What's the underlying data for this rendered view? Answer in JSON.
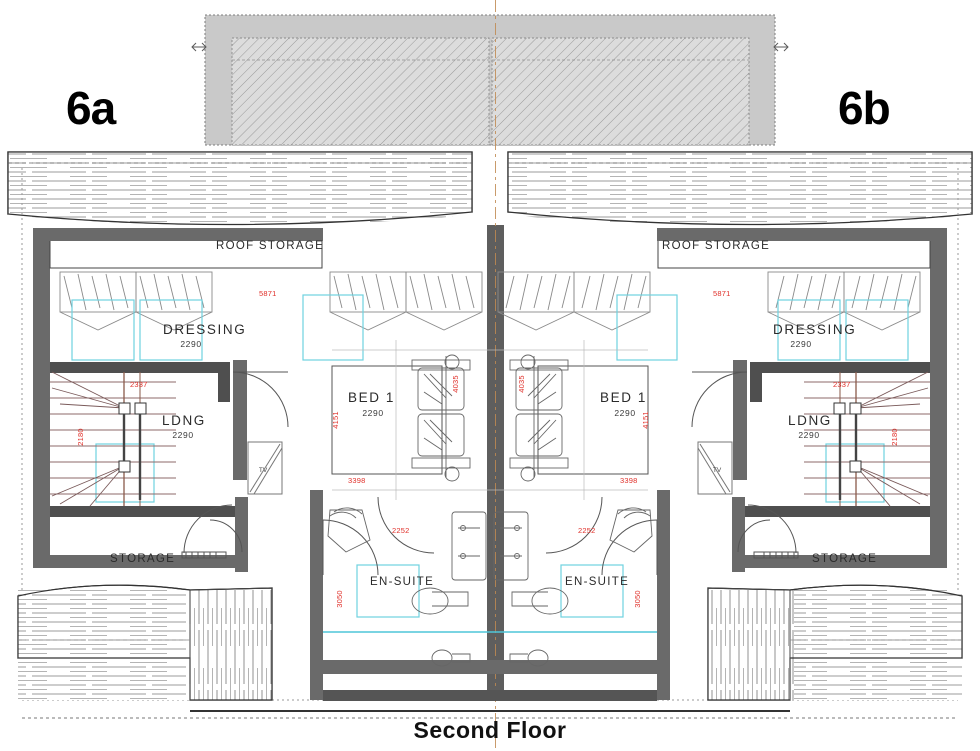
{
  "drawing": {
    "title": "Second Floor",
    "unit_left_label": "6a",
    "unit_right_label": "6b",
    "colors": {
      "wall_fill": "#6a6a6a",
      "wall_dark": "#4a4a4a",
      "line": "#333333",
      "thin_line": "#8a8a8a",
      "red_dimension": "#e0302a",
      "cyan_zone": "#6fd2e0",
      "hatch_gray": "#b9b9b9",
      "roof_fill": "#c9c9c9",
      "centerline": "#c08a52",
      "background": "#ffffff"
    }
  },
  "rooms": {
    "left": [
      {
        "name": "ROOF STORAGE",
        "dim": ""
      },
      {
        "name": "DRESSING",
        "dim": "2290"
      },
      {
        "name": "LDNG",
        "dim": "2290"
      },
      {
        "name": "BED 1",
        "dim": "2290"
      },
      {
        "name": "STORAGE",
        "dim": ""
      },
      {
        "name": "EN-SUITE",
        "dim": ""
      }
    ],
    "right": [
      {
        "name": "ROOF STORAGE",
        "dim": ""
      },
      {
        "name": "DRESSING",
        "dim": "2290"
      },
      {
        "name": "LDNG",
        "dim": "2290"
      },
      {
        "name": "BED 1",
        "dim": "2290"
      },
      {
        "name": "STORAGE",
        "dim": ""
      },
      {
        "name": "EN-SUITE",
        "dim": ""
      }
    ]
  },
  "dimensions": {
    "left": {
      "dressing_top": "5871",
      "landing_top": "2337",
      "landing_side": "2180",
      "bed_bottom": "3398",
      "ensuite_top": "2252",
      "ensuite_side": "3050",
      "bed_side": "4035",
      "bed_left_vertical": "4151"
    },
    "right": {
      "dressing_top": "5871",
      "landing_top": "2337",
      "landing_side": "2180",
      "bed_bottom": "3398",
      "ensuite_top": "2252",
      "ensuite_side": "3050",
      "bed_side": "4035",
      "bed_right_vertical": "4151"
    }
  },
  "furniture": {
    "tv_label_left": "TV",
    "tv_label_right": "TV"
  }
}
